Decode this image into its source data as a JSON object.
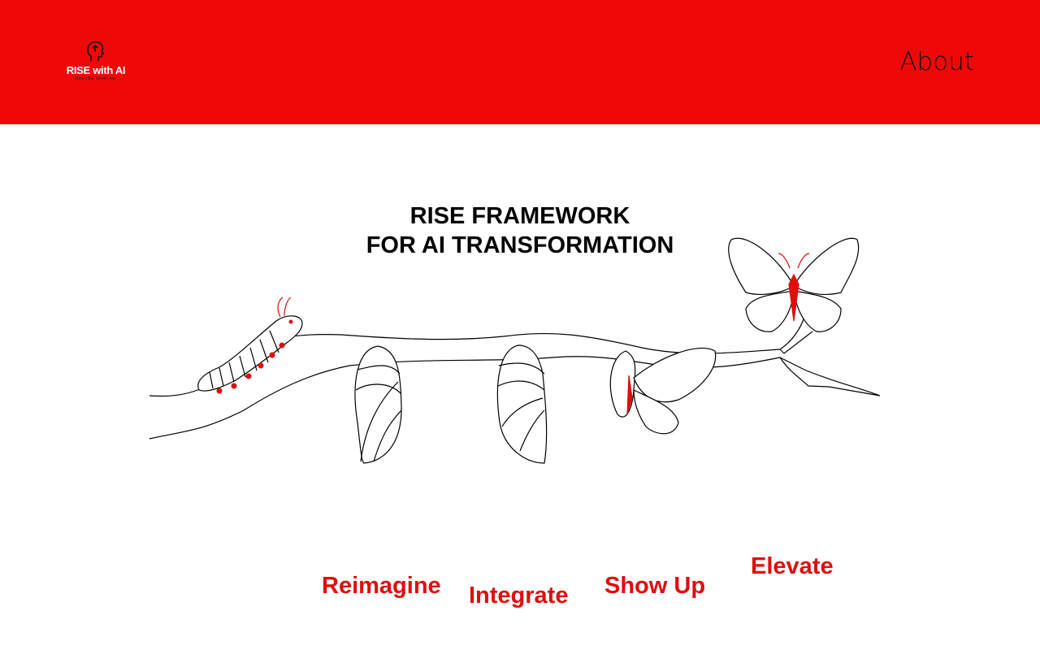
{
  "header": {
    "logo": {
      "name": "RISE with AI",
      "tagline": "Dream Big. Grind Less."
    },
    "nav": {
      "about": "About"
    }
  },
  "main": {
    "title_line1": "RISE FRAMEWORK",
    "title_line2": "FOR AI TRANSFORMATION",
    "stages": [
      "Reimagine",
      "Integrate",
      "Show Up",
      "Elevate"
    ]
  },
  "colors": {
    "brand_red": "#f00808",
    "stage_red": "#e00d0d"
  }
}
